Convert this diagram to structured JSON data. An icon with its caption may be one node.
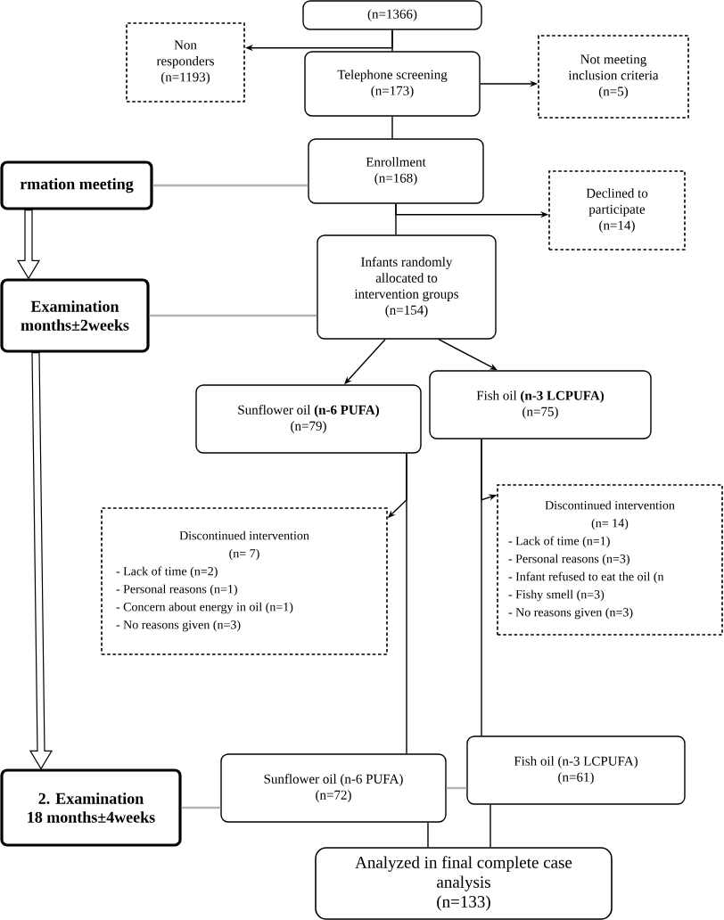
{
  "diagram": {
    "nodes": [
      {
        "text": [
          "(n=1366)"
        ]
      },
      {
        "text": [
          "Non responders",
          "(n=1193)"
        ]
      },
      {
        "text": [
          "Telephone screening",
          "(n=173)"
        ]
      },
      {
        "text": [
          "Not meeting inclusion criteria",
          "(n=5)"
        ]
      },
      {
        "text": [
          "Enrollment",
          "(n=168)"
        ]
      },
      {
        "text": [
          "Declined to participate",
          "(n=14)"
        ]
      },
      {
        "text": [
          "rmation meeting"
        ]
      },
      {
        "text": [
          "Infants randomly allocated to intervention groups",
          "(n=154)"
        ]
      },
      {
        "text": [
          "Examination",
          "months±2weeks"
        ]
      },
      {
        "text": [
          "Sunflower oil **(n-6 PUFA)**",
          "(n=79)"
        ]
      },
      {
        "text": [
          "Fish oil **(n-3 LCPUFA)**",
          "(n=75)"
        ]
      },
      {
        "text": [
          "Discontinued intervention",
          "(n= 7)",
          "- Lack of time (n=2)",
          "- Personal reasons (n=1)",
          "- Concern about energy in oil (n=1)",
          "- No reasons given (n=3)"
        ]
      },
      {
        "text": [
          "Discontinued intervention",
          "(n= 14)",
          "- Lack of time (n=1)",
          "- Personal reasons (n=3)",
          "- Infant refused to eat the oil (n",
          "- Fishy smell (n=3)",
          "- No reasons given (n=3)"
        ]
      },
      {
        "text": [
          "2. Examination",
          "18 months±4weeks"
        ]
      },
      {
        "text": [
          "Sunflower oil (n-6 PUFA)",
          "(n=72)"
        ]
      },
      {
        "text": [
          "Fish oil (n-3 LCPUFA)",
          "(n=61)"
        ]
      },
      {
        "text": [
          "Analyzed in final complete case analysis",
          "(n=133)"
        ]
      }
    ],
    "edges": [
      {
        "from": 0,
        "to": 2,
        "arrow": "none"
      },
      {
        "from": 0,
        "to": 1,
        "arrow": "to"
      },
      {
        "from": 2,
        "to": 3,
        "arrow": "to"
      },
      {
        "from": 2,
        "to": 4,
        "arrow": "none"
      },
      {
        "from": 4,
        "to": 5,
        "arrow": "to"
      },
      {
        "from": 4,
        "to": 7,
        "arrow": "none"
      },
      {
        "from": 6,
        "to": 4,
        "arrow": "none",
        "color": "#b3b3b3"
      },
      {
        "from": 6,
        "to": 8,
        "arrow": "to",
        "style": "thick"
      },
      {
        "from": 8,
        "to": 7,
        "arrow": "none",
        "color": "#b3b3b3"
      },
      {
        "from": 7,
        "to": 9,
        "arrow": "to"
      },
      {
        "from": 7,
        "to": 10,
        "arrow": "to"
      },
      {
        "from": 8,
        "to": 13,
        "arrow": "to",
        "style": "thick"
      },
      {
        "from": 9,
        "to": 11,
        "arrow": "to"
      },
      {
        "from": 9,
        "to": 14,
        "arrow": "none"
      },
      {
        "from": 10,
        "to": 12,
        "arrow": "to"
      },
      {
        "from": 10,
        "to": 15,
        "arrow": "none"
      },
      {
        "from": 13,
        "to": 14,
        "arrow": "none",
        "color": "#b3b3b3"
      },
      {
        "from": 14,
        "to": 15,
        "arrow": "none",
        "color": "#b3b3b3"
      },
      {
        "from": 14,
        "to": 16,
        "arrow": "none"
      },
      {
        "from": 15,
        "to": 16,
        "arrow": "none"
      }
    ]
  }
}
